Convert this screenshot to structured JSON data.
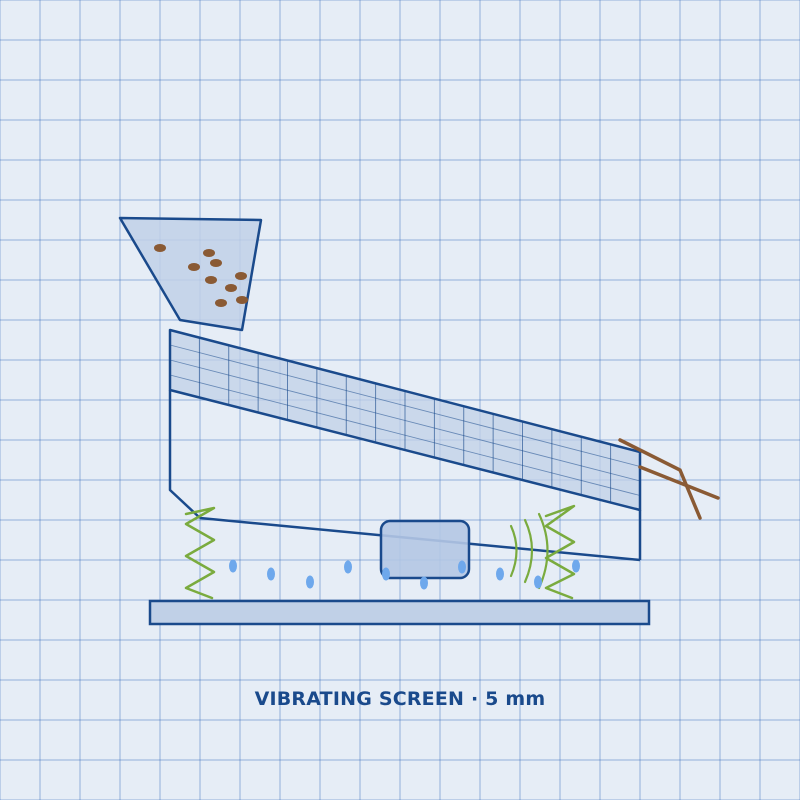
{
  "caption": "VIBRATING SCREEN · 5 mm",
  "colors": {
    "background": "#e6edf6",
    "grid": "#2c63b8",
    "outline": "#1a4a8c",
    "fill": "#c0d0e7",
    "spring": "#7aab3e",
    "particle": "#8a5a34",
    "drop": "#6ea8ec",
    "stick": "#8a5a34"
  },
  "components": {
    "hopper": "feed-hopper",
    "deck": "screen-deck",
    "frame": "screen-frame",
    "motor": "vibrator-motor",
    "springs": [
      "left-spring",
      "right-spring"
    ],
    "base": "base-plate",
    "oversize": "oversize-discharge"
  }
}
